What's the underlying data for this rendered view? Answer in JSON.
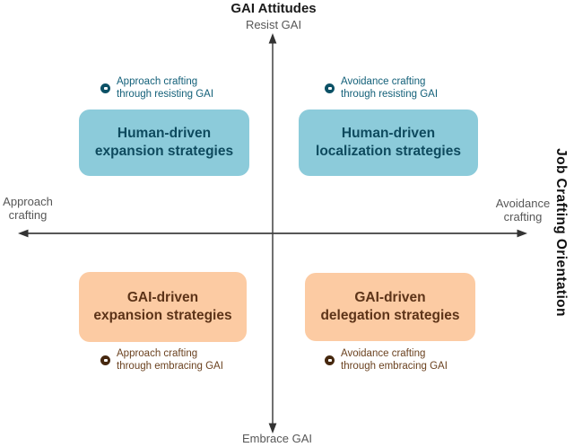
{
  "diagram": {
    "axes": {
      "vertical": {
        "title": "GAI Attitudes",
        "top_label": "Resist GAI",
        "bottom_label": "Embrace GAI"
      },
      "horizontal": {
        "title": "Job Crafting Orientation",
        "left_label": "Approach\ncrafting",
        "right_label": "Avoidance\ncrafting"
      }
    },
    "quadrants": {
      "top_left": {
        "bullet": "Approach crafting\nthrough resisting GAI",
        "box": "Human-driven\nexpansion strategies"
      },
      "top_right": {
        "bullet": "Avoidance crafting\nthrough resisting GAI",
        "box": "Human-driven\nlocalization strategies"
      },
      "bottom_left": {
        "box": "GAI-driven\nexpansion strategies",
        "bullet": "Approach crafting\nthrough embracing GAI"
      },
      "bottom_right": {
        "box": "GAI-driven\ndelegation strategies",
        "bullet": "Avoidance crafting\nthrough embracing GAI"
      }
    },
    "colors": {
      "human_box_fill": "#8ccbda",
      "human_box_text": "#0e4a5e",
      "human_bullet_text": "#136079",
      "human_bullet_icon": "#0c5166",
      "gai_box_fill": "#fccba3",
      "gai_box_text": "#5c3318",
      "gai_bullet_text": "#6b4220",
      "gai_bullet_icon": "#46280f",
      "axis_line": "#4d4d4d",
      "axis_label_gray": "#575757",
      "axis_title_black": "#1b1b1b"
    }
  }
}
